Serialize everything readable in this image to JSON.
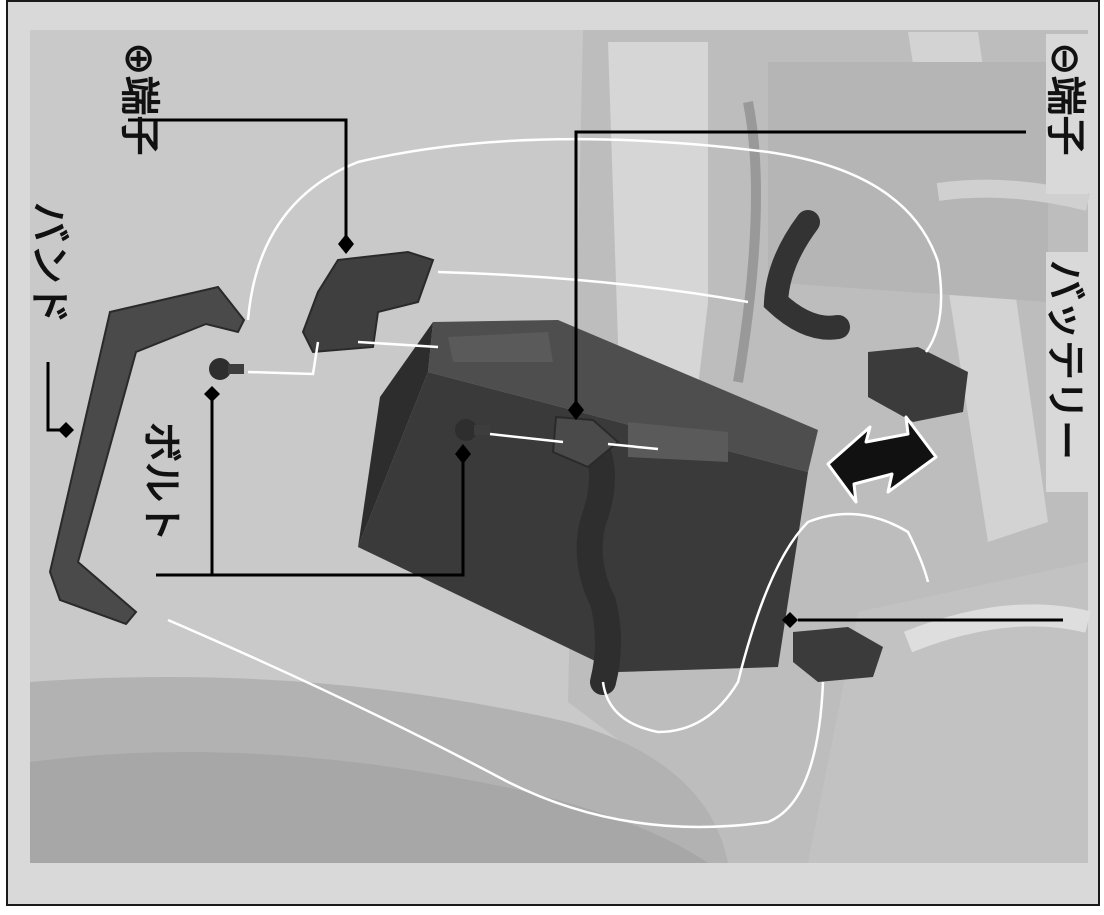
{
  "labels": {
    "plus_terminal": "⊕端子",
    "minus_terminal": "⊖端子",
    "band": "バンド",
    "battery": "バッテリー",
    "bolt": "ボルト"
  },
  "colors": {
    "frame_bg": "#d9d9d9",
    "photo_light": "#c8c8c8",
    "photo_mid": "#a9a9a9",
    "battery": "#3a3a3a",
    "callout_line": "#000000",
    "guide_line": "#ffffff"
  }
}
